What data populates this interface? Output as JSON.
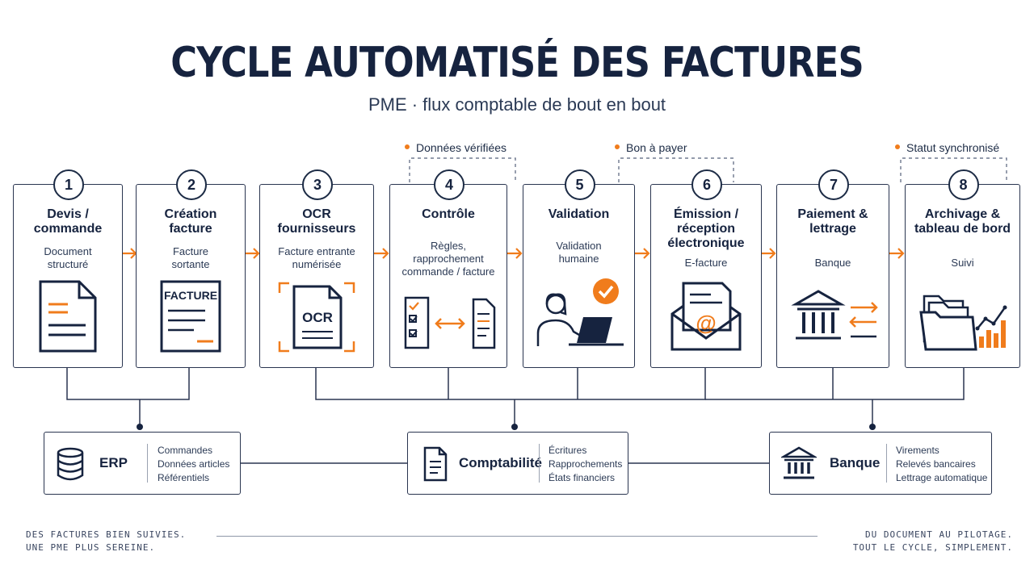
{
  "header": {
    "title": "CYCLE AUTOMATISÉ DES FACTURES",
    "subtitle": "PME · flux comptable de bout en bout"
  },
  "annotations": [
    {
      "id": "donnees",
      "label": "Données vérifiées"
    },
    {
      "id": "bon",
      "label": "Bon à payer"
    },
    {
      "id": "statut",
      "label": "Statut synchronisé"
    }
  ],
  "steps": [
    {
      "number": "1",
      "title_lines": [
        "Devis /",
        "commande"
      ],
      "desc_lines": [
        "Document",
        "structuré"
      ],
      "icon": "document-icon"
    },
    {
      "number": "2",
      "title_lines": [
        "Création",
        "facture"
      ],
      "desc_lines": [
        "Facture",
        "sortante"
      ],
      "icon": "invoice-icon",
      "icon_text": "FACTURE"
    },
    {
      "number": "3",
      "title_lines": [
        "OCR",
        "fournisseurs"
      ],
      "desc_lines": [
        "Facture entrante",
        "numérisée"
      ],
      "icon": "ocr-scan-icon",
      "icon_text": "OCR"
    },
    {
      "number": "4",
      "title_lines": [
        "Contrôle"
      ],
      "desc_lines": [
        "Règles,",
        "rapprochement",
        "commande / facture"
      ],
      "icon": "checklist-match-icon"
    },
    {
      "number": "5",
      "title_lines": [
        "Validation"
      ],
      "desc_lines": [
        "Validation",
        "humaine"
      ],
      "icon": "person-laptop-check-icon"
    },
    {
      "number": "6",
      "title_lines": [
        "Émission /",
        "réception",
        "électronique"
      ],
      "desc_lines": [
        "E-facture"
      ],
      "icon": "email-invoice-icon",
      "icon_text": "@"
    },
    {
      "number": "7",
      "title_lines": [
        "Paiement &",
        "lettrage"
      ],
      "desc_lines": [
        "Banque"
      ],
      "icon": "bank-transfer-icon"
    },
    {
      "number": "8",
      "title_lines": [
        "Archivage &",
        "tableau de bord"
      ],
      "desc_lines": [
        "Suivi"
      ],
      "icon": "folder-chart-icon"
    }
  ],
  "systems": [
    {
      "id": "erp",
      "name": "ERP",
      "icon": "database-icon",
      "items": [
        "Commandes",
        "Données articles",
        "Référentiels"
      ]
    },
    {
      "id": "compta",
      "name": "Comptabilité",
      "icon": "ledger-document-icon",
      "items": [
        "Écritures",
        "Rapprochements",
        "États financiers"
      ]
    },
    {
      "id": "banque",
      "name": "Banque",
      "icon": "bank-icon",
      "items": [
        "Virements",
        "Relevés bancaires",
        "Lettrage automatique"
      ]
    }
  ],
  "footer": {
    "left_lines": [
      "DES FACTURES BIEN SUIVIES.",
      "UNE PME PLUS SEREINE."
    ],
    "right_lines": [
      "DU DOCUMENT AU PILOTAGE.",
      "TOUT LE CYCLE, SIMPLEMENT."
    ]
  },
  "colors": {
    "navy": "#16233f",
    "accent": "#f07c1c",
    "line": "#2a3550"
  }
}
